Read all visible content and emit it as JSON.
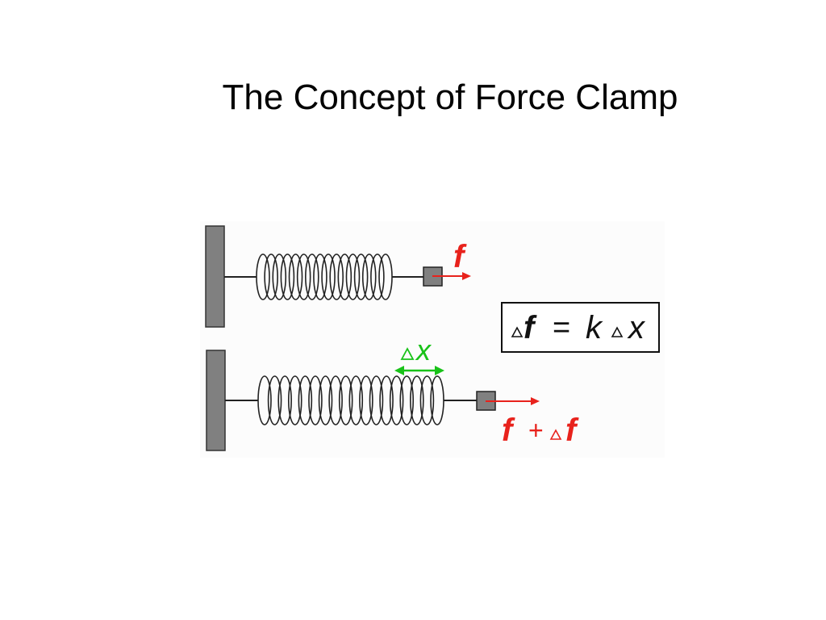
{
  "slide": {
    "title": "The Concept of Force Clamp"
  },
  "diagram": {
    "top_force_label": "f",
    "displacement_label": "x",
    "bottom_force_label": "f",
    "bottom_force_plus": "+",
    "bottom_force_delta_label": "f",
    "equation": {
      "lhs": "f",
      "equals": "=",
      "k": "k",
      "x": "x"
    },
    "colors": {
      "force": "#e8221c",
      "displacement": "#19c219",
      "wall": "#808080",
      "spring": "#222222",
      "background": "#fcfcfc"
    }
  }
}
